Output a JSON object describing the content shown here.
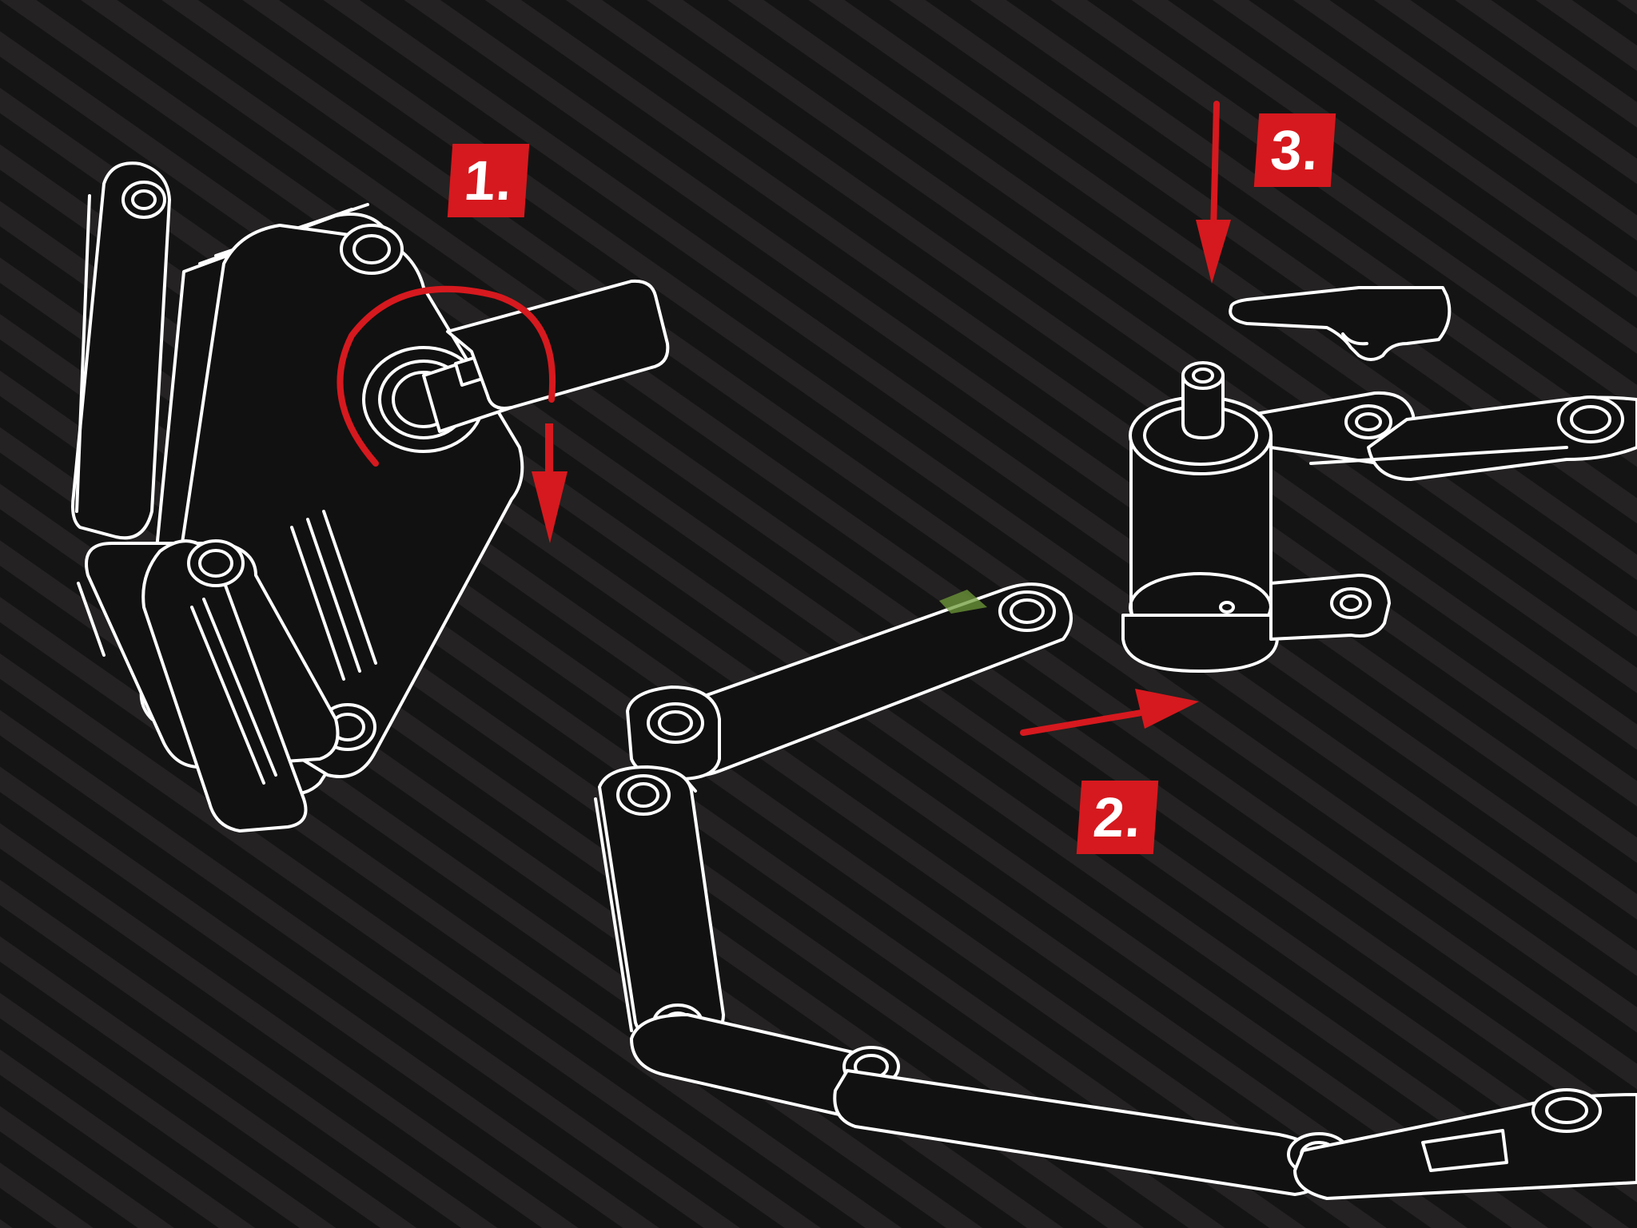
{
  "steps": [
    {
      "label": "1.",
      "meaning": "turn-key"
    },
    {
      "label": "2.",
      "meaning": "insert-bar"
    },
    {
      "label": "3.",
      "meaning": "press-cylinder"
    }
  ],
  "colors": {
    "background": "#151414",
    "stripe": "#232121",
    "outline": "#ffffff",
    "accent": "#d6191e"
  },
  "icons": {
    "step1": "key-turn-arrow-icon",
    "step2": "insert-arrow-icon",
    "step3": "press-down-arrow-icon",
    "hand": "pointing-hand-icon"
  }
}
